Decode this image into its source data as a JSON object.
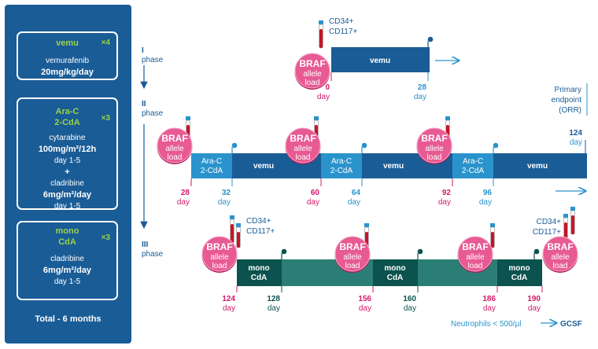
{
  "colors": {
    "dark_blue": "#1a5c96",
    "light_blue": "#2a93cc",
    "teal_dark": "#0c524f",
    "teal": "#2b7e76",
    "magenta": "#d31a6b",
    "pink": "#e85a93",
    "green": "#9ad24a"
  },
  "sidebar": {
    "cards": [
      {
        "name": "vemu",
        "multiplier": "×4",
        "lines": [
          "vemurafenib",
          "20mg/kg/day"
        ]
      },
      {
        "name": "Ara-C\n2-CdA",
        "multiplier": "×3",
        "lines": [
          "cytarabine",
          "100mg/m²/12h",
          "day 1-5",
          "+",
          "cladribine",
          "6mg/m²/day",
          "day 1-5"
        ]
      },
      {
        "name": "mono\nCdA",
        "multiplier": "×3",
        "lines": [
          "cladribine",
          "6mg/m²/day",
          "day 1-5"
        ]
      }
    ],
    "total": "Total - 6 months"
  },
  "phases": [
    {
      "numeral": "I",
      "label": "phase"
    },
    {
      "numeral": "II",
      "label": "phase"
    },
    {
      "numeral": "III",
      "label": "phase"
    }
  ],
  "diagram": {
    "braf_label": [
      "BRAF",
      "allele",
      "load"
    ],
    "day_word": "day",
    "cd_labels": [
      "CD34+",
      "CD117+"
    ],
    "phase1": {
      "segment": "vemu",
      "days": [
        "0",
        "28"
      ]
    },
    "phase2": {
      "segments": [
        "Ara-C\n2-CdA",
        "vemu",
        "Ara-C\n2-CdA",
        "vemu",
        "Ara-C\n2-CdA",
        "vemu"
      ],
      "days": [
        "28",
        "32",
        "60",
        "64",
        "92",
        "96",
        "124"
      ]
    },
    "phase3": {
      "segments": [
        "mono\nCdA",
        "mono\nCdA",
        "mono\nCdA"
      ],
      "days": [
        "124",
        "128",
        "156",
        "160",
        "186",
        "190"
      ]
    },
    "primary_endpoint": [
      "Primary",
      "endpoint",
      "(ORR)"
    ],
    "neutrophils": "Neutrophils < 500/µl",
    "gcsf": "GCSF"
  }
}
